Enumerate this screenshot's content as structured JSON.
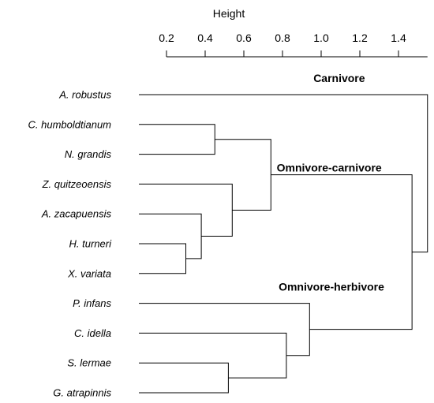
{
  "chart_data": {
    "type": "dendrogram",
    "axis": {
      "title": "Height",
      "range": [
        0.2,
        1.55
      ],
      "ticks": [
        0.2,
        0.4,
        0.6,
        0.8,
        1.0,
        1.2,
        1.4
      ],
      "tick_labels": [
        "0.2",
        "0.4",
        "0.6",
        "0.8",
        "1.0",
        "1.2",
        "1.4"
      ],
      "position": "top"
    },
    "leaves": [
      "A. robustus",
      "C. humboldtianum",
      "N. grandis",
      "Z. quitzeoensis",
      "A. zacapuensis",
      "H. turneri",
      "X. variata",
      "P. infans",
      "C. idella",
      "S. lermae",
      "G. atrapinnis"
    ],
    "merges": [
      {
        "id": "m1",
        "children": [
          "H. turneri",
          "X. variata"
        ],
        "height": 0.3
      },
      {
        "id": "m2",
        "children": [
          "A. zacapuensis",
          "m1"
        ],
        "height": 0.38
      },
      {
        "id": "m3",
        "children": [
          "C. humboldtianum",
          "N. grandis"
        ],
        "height": 0.45
      },
      {
        "id": "m4",
        "children": [
          "Z. quitzeoensis",
          "m2"
        ],
        "height": 0.54
      },
      {
        "id": "m5",
        "children": [
          "S. lermae",
          "G. atrapinnis"
        ],
        "height": 0.52
      },
      {
        "id": "m6",
        "children": [
          "m3",
          "m4"
        ],
        "height": 0.74
      },
      {
        "id": "m7",
        "children": [
          "C. idella",
          "m5"
        ],
        "height": 0.82
      },
      {
        "id": "m8",
        "children": [
          "P. infans",
          "m7"
        ],
        "height": 0.94
      },
      {
        "id": "m9",
        "children": [
          "m6",
          "m8"
        ],
        "height": 1.47
      },
      {
        "id": "m10",
        "children": [
          "A. robustus",
          "m9"
        ],
        "height": 1.55
      }
    ],
    "group_labels": [
      {
        "text": "Carnivore",
        "anchor_leaf": "A. robustus",
        "height": 0.96
      },
      {
        "text": "Omnivore-carnivore",
        "anchor_leaf": "Z. quitzeoensis",
        "height": 0.77
      },
      {
        "text": "Omnivore-herbivore",
        "anchor_leaf": "P. infans",
        "height": 0.78
      }
    ]
  }
}
